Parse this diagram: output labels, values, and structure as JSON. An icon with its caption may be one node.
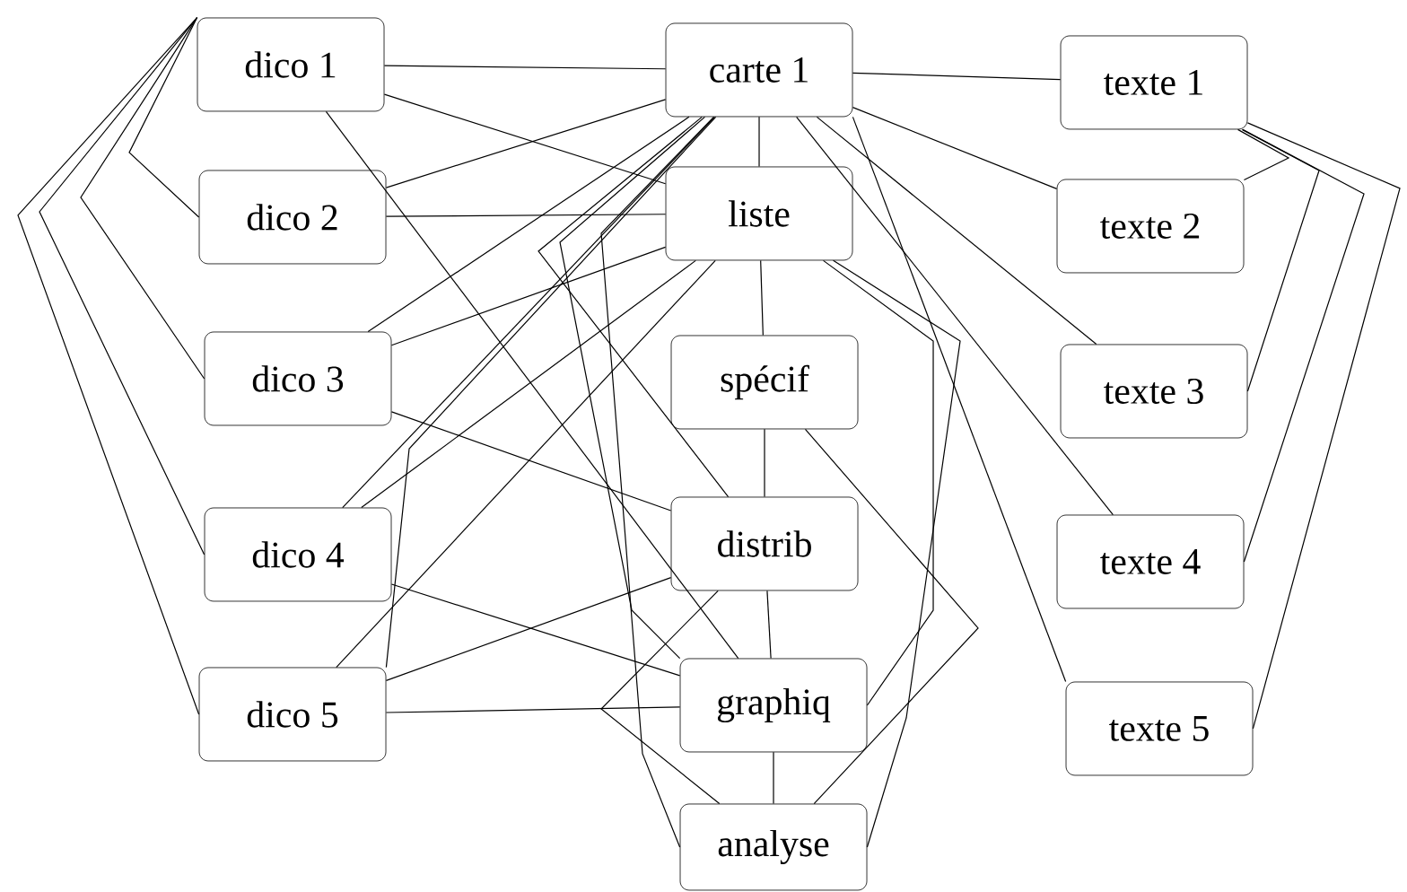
{
  "diagram": {
    "nodes": [
      {
        "text": [
          "dico 1"
        ]
      },
      {
        "text": [
          "dico 2"
        ]
      },
      {
        "text": [
          "dico 3"
        ]
      },
      {
        "text": [
          "dico 4"
        ]
      },
      {
        "text": [
          "dico 5"
        ]
      },
      {
        "text": [
          "carte 1"
        ]
      },
      {
        "text": [
          "liste"
        ]
      },
      {
        "text": [
          "spécif"
        ]
      },
      {
        "text": [
          "distrib"
        ]
      },
      {
        "text": [
          "graphiq"
        ]
      },
      {
        "text": [
          "analyse"
        ]
      },
      {
        "text": [
          "texte 1"
        ]
      },
      {
        "text": [
          "texte 2"
        ]
      },
      {
        "text": [
          "texte 3"
        ]
      },
      {
        "text": [
          "texte 4"
        ]
      },
      {
        "text": [
          "texte 5"
        ]
      }
    ],
    "edges": [
      {
        "from": 5,
        "to": 6,
        "arrow": "none"
      },
      {
        "from": 6,
        "to": 7,
        "arrow": "none"
      },
      {
        "from": 7,
        "to": 8,
        "arrow": "none"
      },
      {
        "from": 8,
        "to": 9,
        "arrow": "none"
      },
      {
        "from": 9,
        "to": 10,
        "arrow": "none"
      },
      {
        "from": 0,
        "to": 5,
        "arrow": "none"
      },
      {
        "from": 0,
        "to": 6,
        "arrow": "none"
      },
      {
        "from": 0,
        "to": 9,
        "arrow": "none"
      },
      {
        "from": 1,
        "to": 5,
        "arrow": "none"
      },
      {
        "from": 1,
        "to": 6,
        "arrow": "none"
      },
      {
        "from": 2,
        "to": 5,
        "arrow": "none"
      },
      {
        "from": 2,
        "to": 6,
        "arrow": "none"
      },
      {
        "from": 2,
        "to": 8,
        "arrow": "none"
      },
      {
        "from": 3,
        "to": 5,
        "arrow": "none"
      },
      {
        "from": 3,
        "to": 6,
        "arrow": "none"
      },
      {
        "from": 3,
        "to": 9,
        "arrow": "none"
      },
      {
        "from": 4,
        "to": 5,
        "arrow": "none"
      },
      {
        "from": 4,
        "to": 6,
        "arrow": "none"
      },
      {
        "from": 4,
        "to": 8,
        "arrow": "none"
      },
      {
        "from": 4,
        "to": 9,
        "arrow": "none"
      },
      {
        "from": 0,
        "to": 1,
        "arrow": "none"
      },
      {
        "from": 0,
        "to": 2,
        "arrow": "none"
      },
      {
        "from": 0,
        "to": 3,
        "arrow": "none"
      },
      {
        "from": 0,
        "to": 4,
        "arrow": "none"
      },
      {
        "from": 5,
        "to": 8,
        "arrow": "none"
      },
      {
        "from": 5,
        "to": 9,
        "arrow": "none"
      },
      {
        "from": 5,
        "to": 10,
        "arrow": "none"
      },
      {
        "from": 6,
        "to": 9,
        "arrow": "none"
      },
      {
        "from": 6,
        "to": 10,
        "arrow": "none"
      },
      {
        "from": 7,
        "to": 10,
        "arrow": "none"
      },
      {
        "from": 8,
        "to": 10,
        "arrow": "none"
      },
      {
        "from": 5,
        "to": 11,
        "arrow": "none"
      },
      {
        "from": 5,
        "to": 12,
        "arrow": "none"
      },
      {
        "from": 5,
        "to": 13,
        "arrow": "none"
      },
      {
        "from": 5,
        "to": 14,
        "arrow": "none"
      },
      {
        "from": 5,
        "to": 15,
        "arrow": "none"
      },
      {
        "from": 11,
        "to": 12,
        "arrow": "none"
      },
      {
        "from": 11,
        "to": 13,
        "arrow": "none"
      },
      {
        "from": 11,
        "to": 14,
        "arrow": "none"
      },
      {
        "from": 11,
        "to": 15,
        "arrow": "none"
      }
    ]
  }
}
